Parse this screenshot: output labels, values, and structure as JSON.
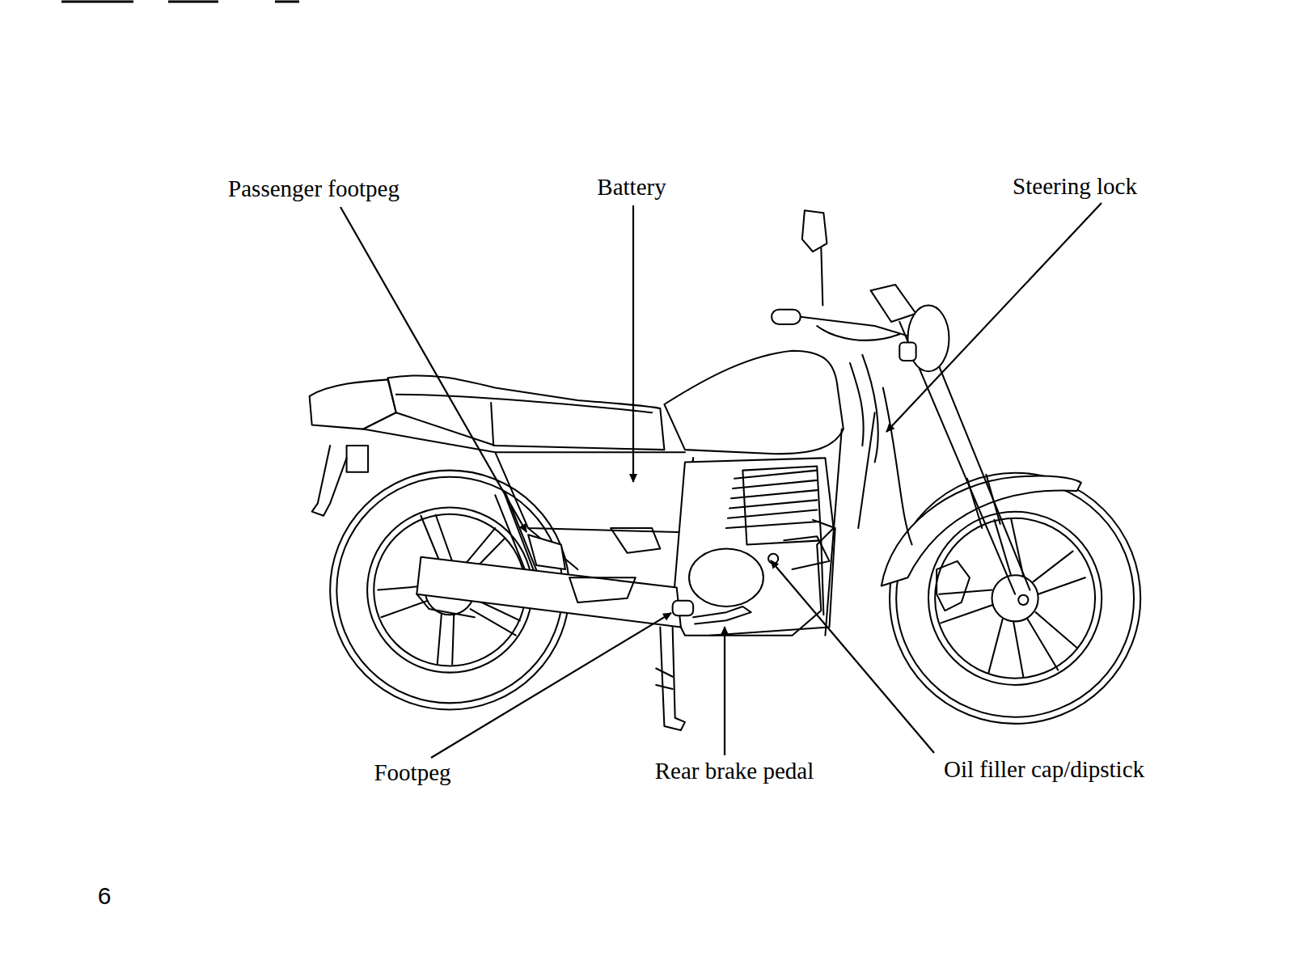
{
  "diagram": {
    "labels": [
      "Passenger footpeg",
      "Battery",
      "Steering lock",
      "Footpeg",
      "Rear brake pedal",
      "Oil filler cap/dipstick",
      "6"
    ]
  }
}
